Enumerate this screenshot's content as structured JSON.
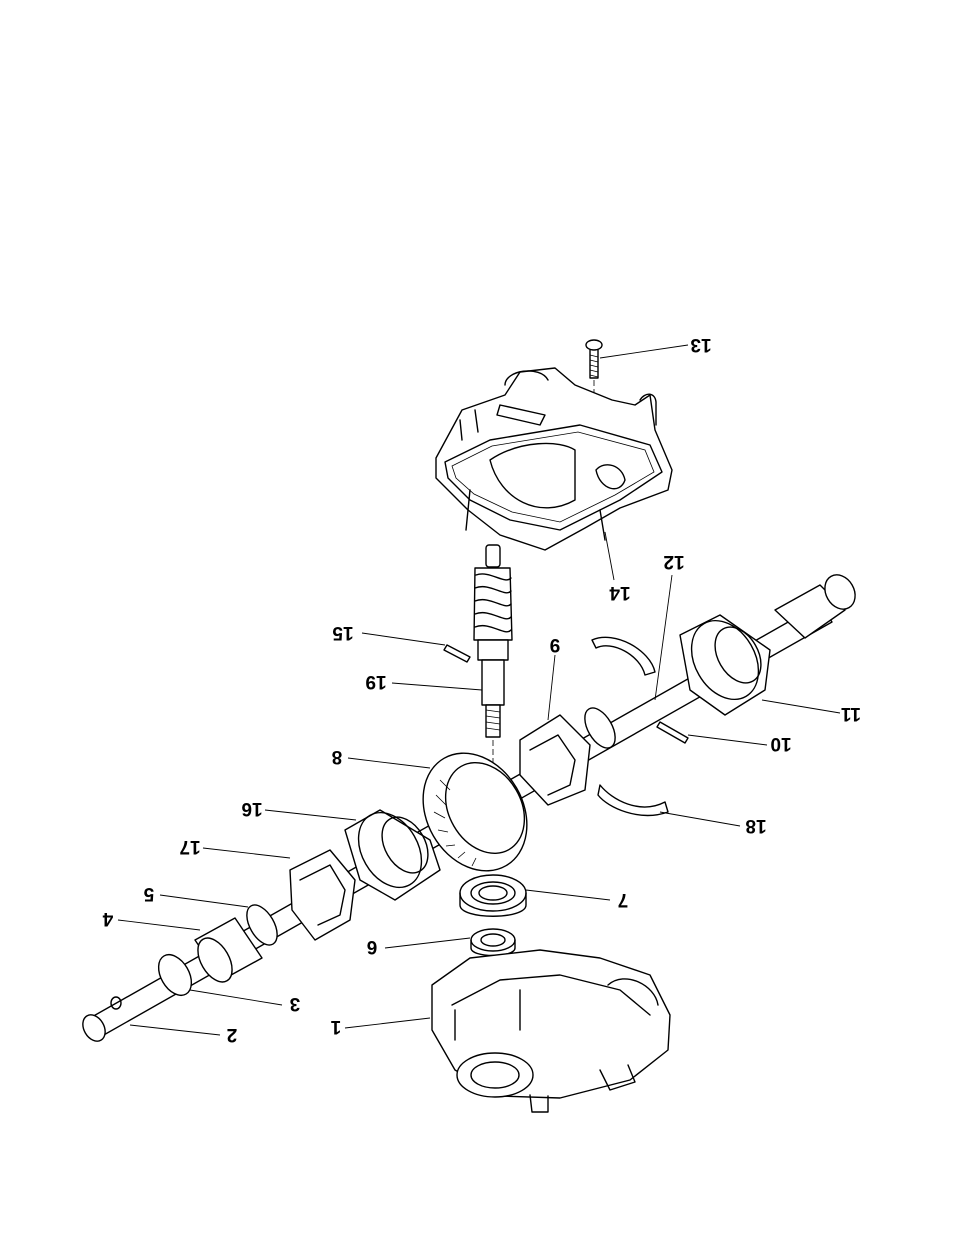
{
  "diagram": {
    "callouts": [
      {
        "id": "c13",
        "label": "13"
      },
      {
        "id": "c14",
        "label": "14"
      },
      {
        "id": "c12",
        "label": "12"
      },
      {
        "id": "c15",
        "label": "15"
      },
      {
        "id": "c19",
        "label": "19"
      },
      {
        "id": "c9a",
        "label": "9"
      },
      {
        "id": "c11",
        "label": "11"
      },
      {
        "id": "c10",
        "label": "10"
      },
      {
        "id": "c8",
        "label": "8"
      },
      {
        "id": "c16",
        "label": "16"
      },
      {
        "id": "c18",
        "label": "18"
      },
      {
        "id": "c17",
        "label": "17"
      },
      {
        "id": "c7",
        "label": "7"
      },
      {
        "id": "c5",
        "label": "5"
      },
      {
        "id": "c4",
        "label": "4"
      },
      {
        "id": "c6",
        "label": "6"
      },
      {
        "id": "c3",
        "label": "3"
      },
      {
        "id": "c1",
        "label": "1"
      },
      {
        "id": "c2",
        "label": "2"
      }
    ]
  }
}
